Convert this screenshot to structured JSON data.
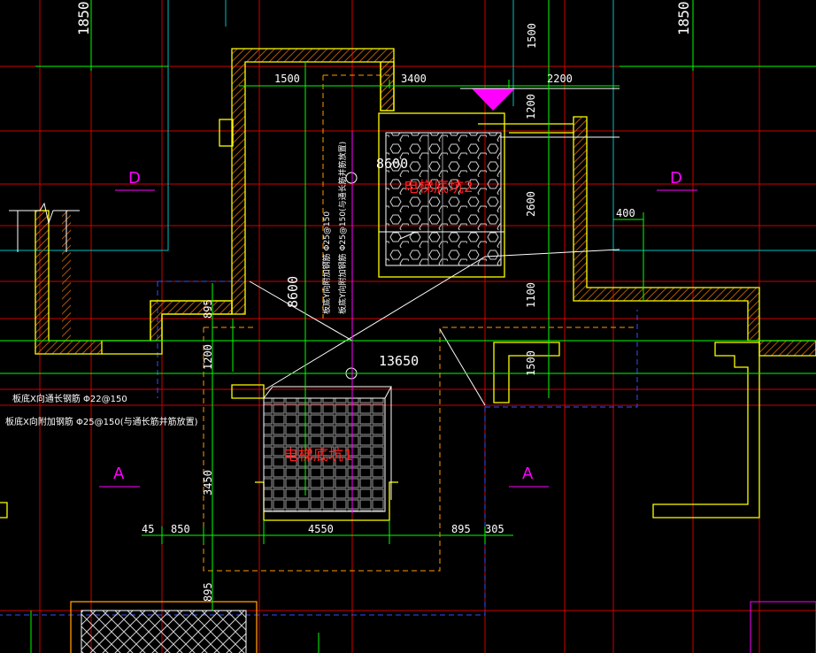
{
  "colors": {
    "background": "#000000",
    "axis_red": "#e00000",
    "dim_green": "#00ff00",
    "wall_yellow": "#ffff00",
    "white": "#ffffff",
    "cyan": "#00c8c8",
    "blue_dash": "#3050ff",
    "orange_dash": "#ff9900",
    "magenta": "#ff00ff",
    "hatch_orange": "#c06000",
    "pit_red_text": "#ff2020"
  },
  "dimensions": {
    "d_1850_left": "1850",
    "d_1850_right": "1850",
    "d_1500_top": "1500",
    "d_1500_a": "1500",
    "d_3400": "3400",
    "d_2200": "2200",
    "d_1200_top": "1200",
    "d_8600_a": "8600",
    "d_8600_b": "8600",
    "d_2600": "2600",
    "d_400": "400",
    "d_1100": "1100",
    "d_895_a": "895",
    "d_1200_mid": "1200",
    "d_13650": "13650",
    "d_1500_b": "1500",
    "d_3450": "3450",
    "d_45": "45",
    "d_850": "850",
    "d_4550": "4550",
    "d_895_b": "895",
    "d_305": "305",
    "d_895_c": "895"
  },
  "section_marks": {
    "d_left": "D",
    "d_right": "D",
    "a_left": "A",
    "a_right": "A"
  },
  "pits": {
    "pit1": "电梯底坑1",
    "pit2": "电梯底坑2"
  },
  "notes": {
    "note_x_long": "板底X向通长钢筋 Φ22@150",
    "note_x_add": "板底X向附加钢筋 Φ25@150(与通长筋并筋放置)",
    "note_y_add_1": "板底Y向附加钢筋 Φ25@150(与通长筋并筋放置)",
    "note_y_add_2": "板底Y向附加钢筋 Φ25@150"
  }
}
